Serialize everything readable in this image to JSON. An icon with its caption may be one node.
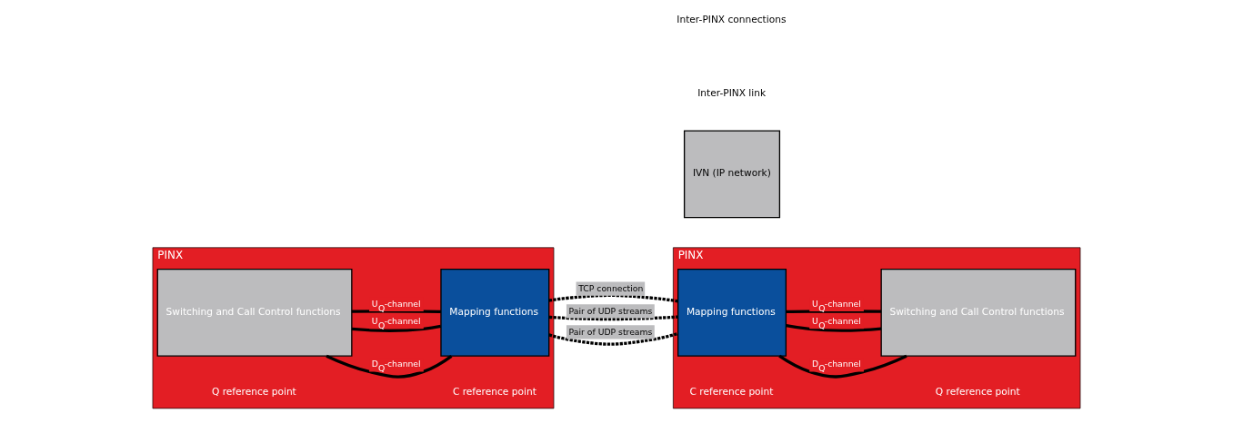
{
  "diagram": {
    "nodes": [
      {
        "text": [
          "PINX"
        ]
      },
      {
        "text": [
          "Switching and Call Control functions"
        ],
        "in": 0
      },
      {
        "text": [
          "Mapping functions"
        ],
        "in": 0
      },
      {
        "text": [
          "IVN (IP network)"
        ]
      },
      {
        "text": [
          "PINX"
        ]
      },
      {
        "text": [
          "Mapping functions"
        ],
        "in": 4
      },
      {
        "text": [
          "Switching and Call Control functions"
        ],
        "in": 4
      }
    ],
    "edges": [
      {
        "from": 1,
        "to": 2,
        "arrow": "none",
        "label": "D$_{Q}$-channel"
      },
      {
        "from": 1,
        "to": 2,
        "arrow": "none",
        "label": "U$_{Q}$-channel"
      },
      {
        "from": 1,
        "to": 2,
        "arrow": "none",
        "label": "U$_{Q}$-channel"
      },
      {
        "from": 2,
        "to": 5,
        "arrow": "none",
        "label": "TCP connection",
        "style": "dashed"
      },
      {
        "from": 2,
        "to": 5,
        "arrow": "none",
        "label": "Pair of UDP streams",
        "style": "dashed"
      },
      {
        "from": 2,
        "to": 5,
        "arrow": "none",
        "label": "Pair of UDP streams",
        "style": "dashed"
      },
      {
        "from": 5,
        "to": 6,
        "arrow": "none",
        "label": "D$_{Q}$-channel"
      },
      {
        "from": 5,
        "to": 6,
        "arrow": "none",
        "label": "U$_{Q}$-channel"
      },
      {
        "from": 5,
        "to": 6,
        "arrow": "none",
        "label": "U$_{Q}$-channel"
      }
    ],
    "labels": [
      "Q reference point",
      "C reference point",
      "C reference point",
      "Q reference point",
      "Inter-PINX connections",
      "Inter-PINX link"
    ]
  }
}
